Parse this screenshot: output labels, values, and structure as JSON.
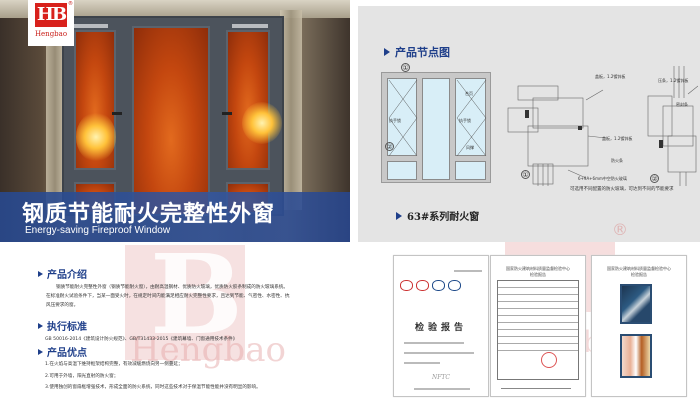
{
  "brand": {
    "logo_mark": "HB",
    "logo_name": "Hengbao",
    "registered": "®"
  },
  "hero": {
    "title_cn": "钢质节能耐火完整性外窗",
    "title_en": "Energy-saving Fireproof Window",
    "banner_color": "#2d4f96"
  },
  "diagram": {
    "heading": "产品节点图",
    "elevation_labels": {
      "circle_1": "①",
      "circle_2": "②",
      "hinge": "合页",
      "lock_left": "执手锁",
      "lock_right": "执手锁",
      "stay": "风撑"
    },
    "section_labels": {
      "label_a": "盖板，1.2镀锌板",
      "label_b": "盖板，1.2镀锌板",
      "label_c": "防火条",
      "label_d": "6+9A+6mm中空防火玻璃",
      "label_e": "压条，1.2镀锌板",
      "label_f": "密封条",
      "circle_1": "①",
      "circle_2": "②"
    },
    "caption": "可选用不同配置的防火玻璃，可达到不同的节能要求",
    "series_heading": "63#系列耐火窗"
  },
  "info": {
    "intro": {
      "heading": "产品介绍",
      "lines": [
        "钢质节能耐火完整性外窗（钢质节能耐火窗），由耐高温钢材、优质防火玻璃，优质防火胶条制成的防火玻璃系统。",
        "在标准耐火试验条件下，当某一面受火时，在规定时间内能满足相应耐火完整性要求，且达到节能、气密性、水密性、抗",
        "风压要求的窗。"
      ]
    },
    "standard": {
      "heading": "执行标准",
      "text": "GB 50016-2014《建筑设计防火规范》、GB/T31433-2015《建筑幕墙、门窗通用技术条件》"
    },
    "advantages": {
      "heading": "产品优点",
      "items": [
        "1.在火焰与高温下维持框架结构完整，有效减缓燃烧向另一侧蔓延；",
        "2.可用于外墙，阳光直射的防火窗；",
        "3.使用独创的窗扇框增强技术，形成全面的防火系统，同时这些技术对于保温节能性能并没有明显的影响。"
      ]
    }
  },
  "certificates": {
    "cert1": {
      "title": "检验报告",
      "footer_mark": "NFTC"
    },
    "cert2": {
      "header": "国家防火建筑材料质量监督检验中心",
      "sub": "检验报告"
    },
    "cert3": {
      "header": "国家防火建筑材料质量监督检验中心",
      "sub": "检验报告"
    }
  },
  "watermark": {
    "text": "Hengbao",
    "mark": "B",
    "color": "#e6aaaa"
  },
  "colors": {
    "heading_blue": "#1f3f8a",
    "panel_gray": "#e4e4e4",
    "brand_red": "#d8211c"
  }
}
